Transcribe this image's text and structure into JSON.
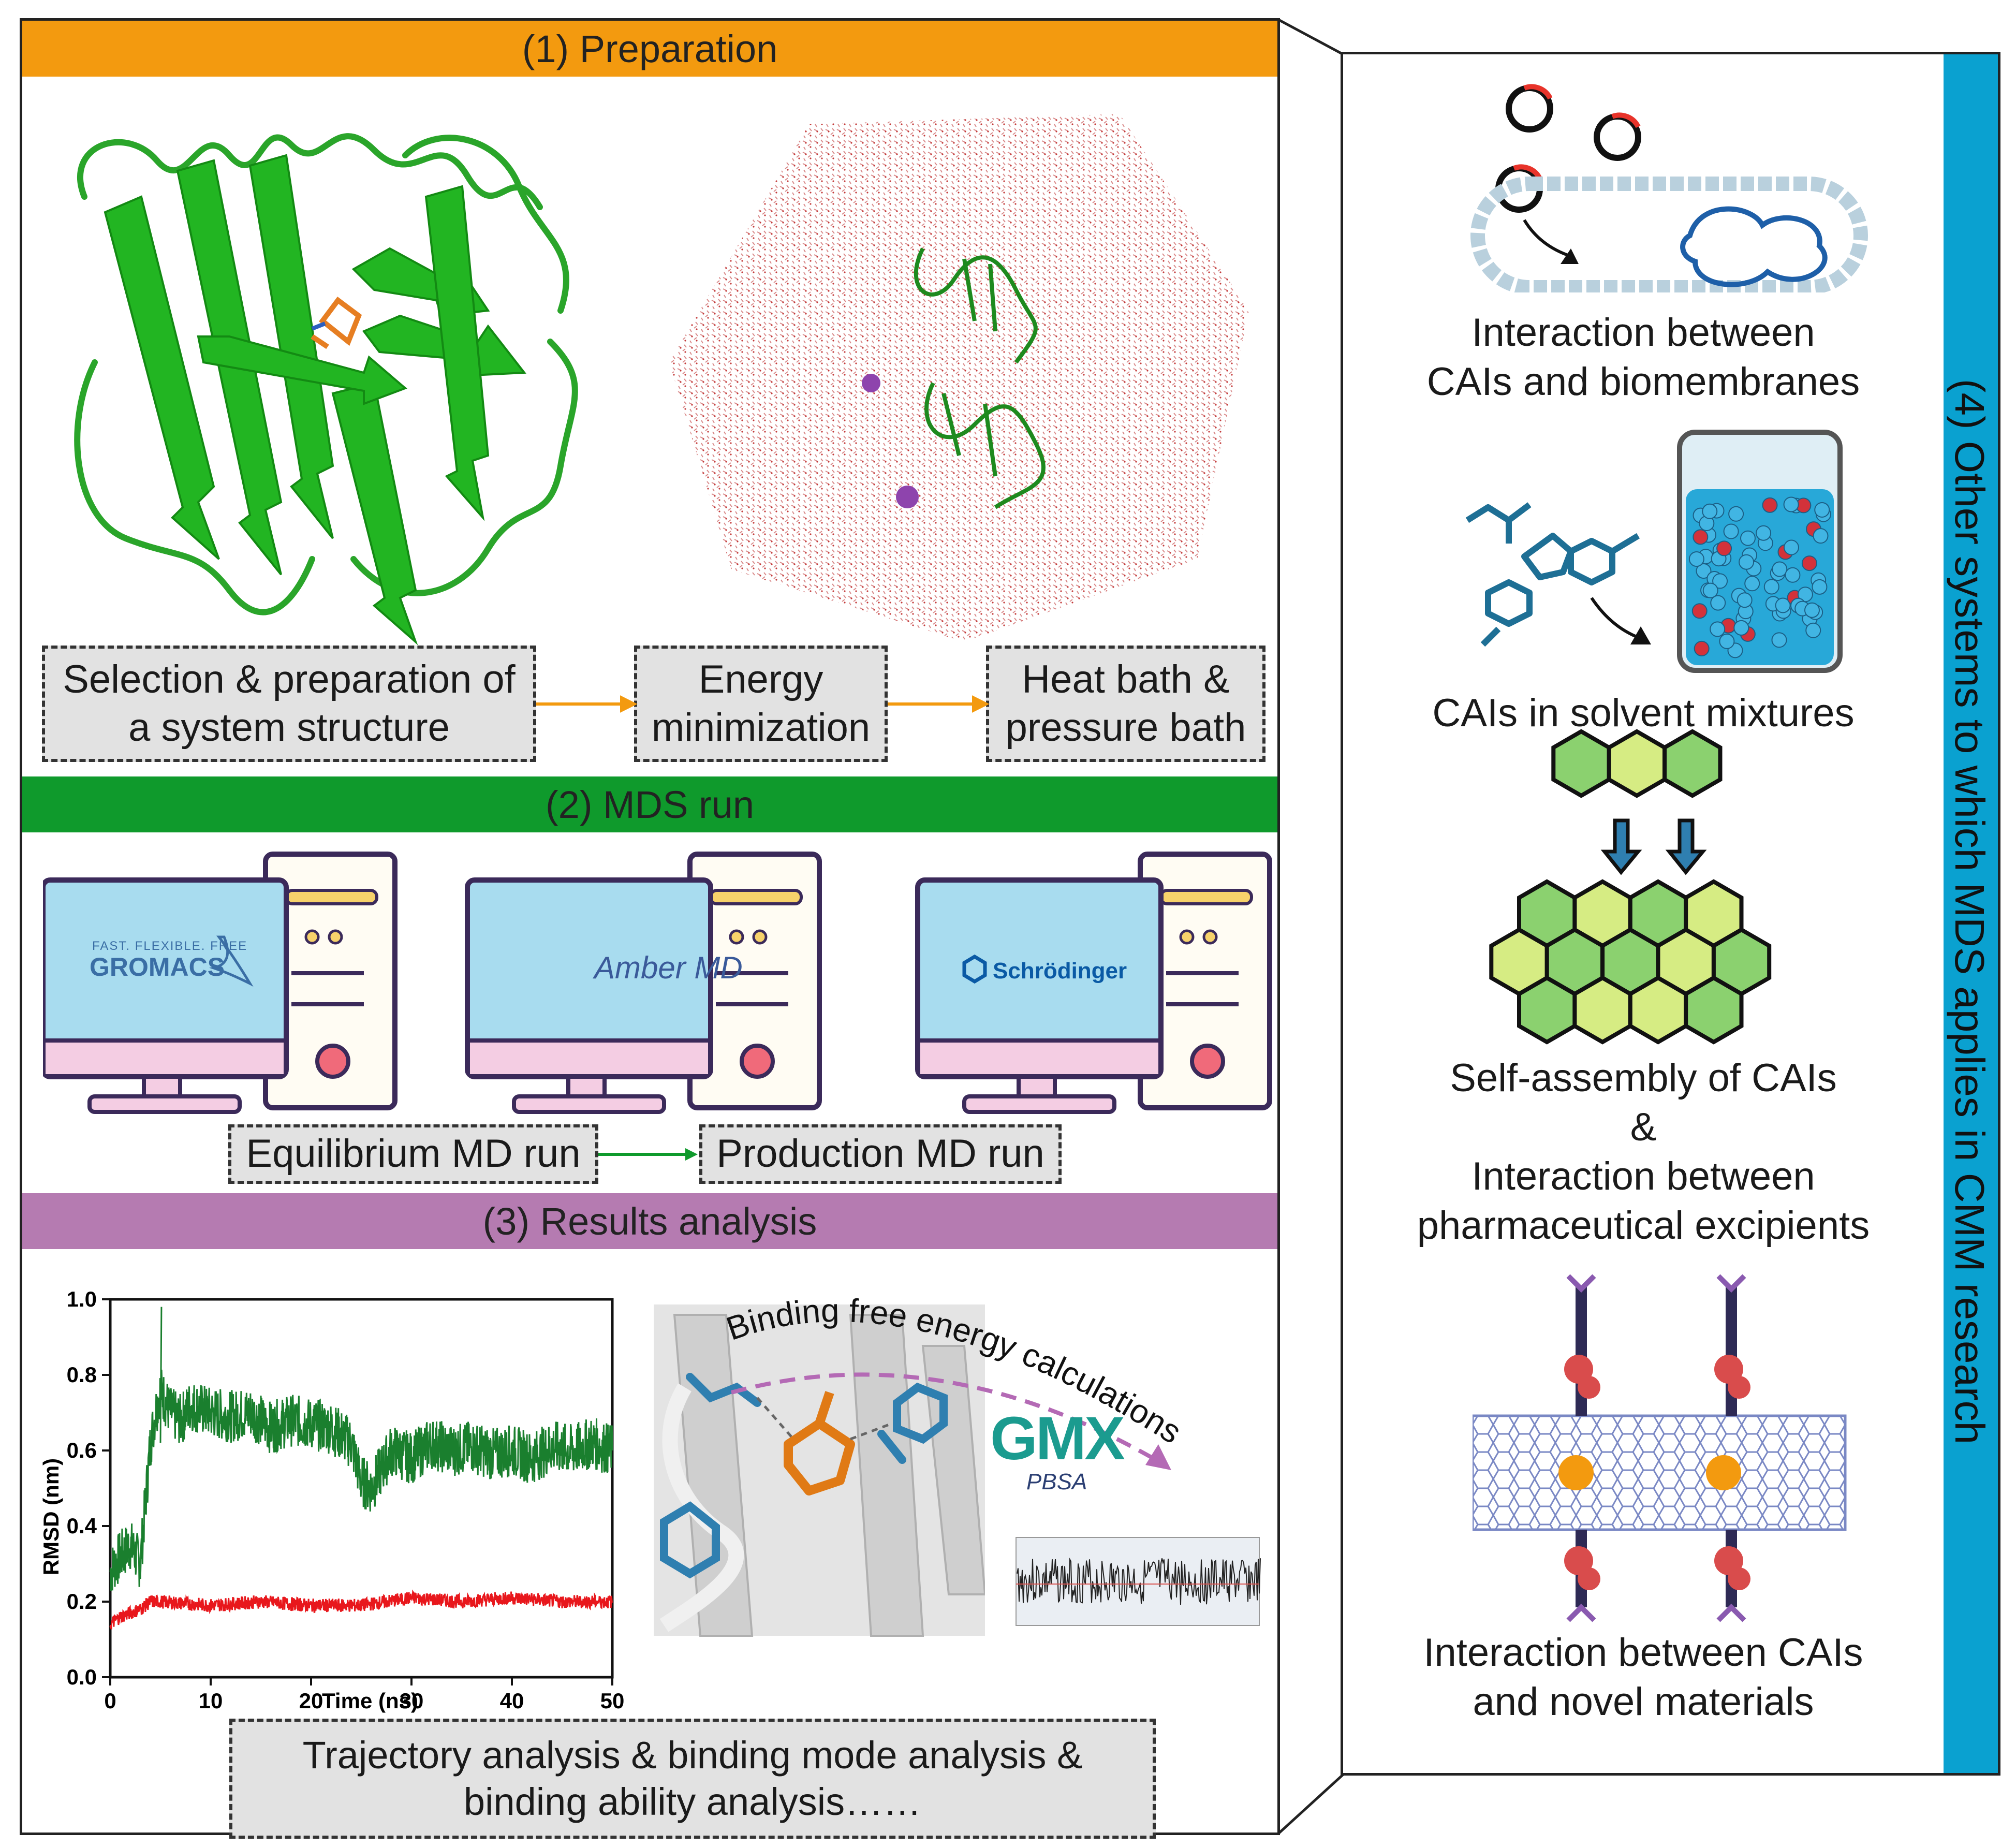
{
  "sections": {
    "preparation": "(1) Preparation",
    "mds_run": "(2) MDS run",
    "results": "(3) Results analysis",
    "other_systems": "(4) Other systems to which MDS applies in CMM research"
  },
  "prep_steps": [
    "Selection & preparation of\na system structure",
    "Energy\nminimization",
    "Heat bath &\npressure bath"
  ],
  "software": [
    "FAST. FLEXIBLE. FREE",
    "GROMACS",
    "Amber MD",
    "Schrödinger"
  ],
  "md_steps": [
    "Equilibrium MD run",
    "Production MD run"
  ],
  "binding_text": "Binding free energy calculations",
  "gmx_logo": "GMX",
  "gmx_sub": "PBSA",
  "analysis_text": "Trajectory analysis & binding mode analysis &\nbinding ability analysis……",
  "captions": [
    "Interaction between\nCAIs and biomembranes",
    "CAIs in solvent mixtures",
    "Self-assembly of CAIs\n&\nInteraction between\npharmaceutical excipients",
    "Interaction between CAIs\nand novel materials"
  ],
  "colors": {
    "orange": "#f39a0f",
    "green": "#0f9a2c",
    "purple": "#b57bb1",
    "blue": "#0aa1d0",
    "protein": "#22b522"
  },
  "chart_data": {
    "type": "line",
    "xlabel": "Time (ns)",
    "ylabel": "RMSD (nm)",
    "xlim": [
      0,
      50
    ],
    "ylim": [
      0,
      1.0
    ],
    "xticks": [
      0,
      10,
      20,
      30,
      40,
      50
    ],
    "yticks": [
      0.0,
      0.2,
      0.4,
      0.6,
      0.8,
      1.0
    ],
    "series": [
      {
        "color": "#1a7f2e",
        "x": [
          0,
          1,
          2,
          3,
          4,
          4.5,
          5,
          6,
          7,
          8,
          10,
          12,
          14,
          16,
          18,
          20,
          22,
          24,
          25,
          26,
          28,
          30,
          32,
          34,
          36,
          38,
          40,
          42,
          44,
          46,
          48,
          50
        ],
        "y": [
          0.28,
          0.32,
          0.35,
          0.3,
          0.62,
          0.7,
          0.76,
          0.7,
          0.68,
          0.72,
          0.7,
          0.69,
          0.7,
          0.66,
          0.68,
          0.67,
          0.66,
          0.62,
          0.52,
          0.5,
          0.6,
          0.58,
          0.62,
          0.6,
          0.61,
          0.59,
          0.6,
          0.58,
          0.61,
          0.6,
          0.62,
          0.6
        ]
      },
      {
        "color": "#e8171c",
        "x": [
          0,
          1,
          2,
          3,
          4,
          5,
          10,
          15,
          20,
          25,
          30,
          35,
          40,
          45,
          50
        ],
        "y": [
          0.14,
          0.16,
          0.17,
          0.18,
          0.2,
          0.2,
          0.19,
          0.2,
          0.19,
          0.19,
          0.21,
          0.2,
          0.21,
          0.2,
          0.2
        ]
      }
    ]
  }
}
